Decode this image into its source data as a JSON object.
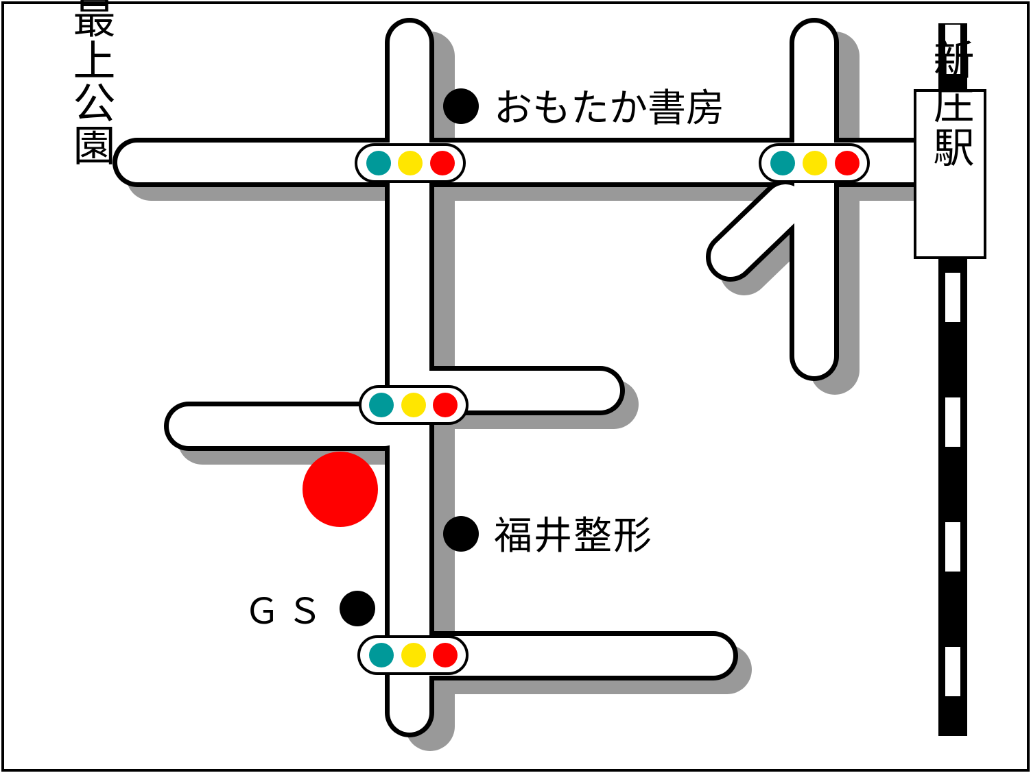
{
  "labels": {
    "park": "最上公園",
    "bookstore": "おもたか書房",
    "station": "新庄駅",
    "clinic": "福井整形",
    "gas_station": "ＧＳ"
  },
  "colors": {
    "signal_go": "#009999",
    "signal_caution": "#ffe600",
    "signal_stop": "#ff0000",
    "destination": "#ff0000",
    "road_fill": "#ffffff",
    "road_outline": "#000000",
    "road_shadow": "#999999"
  },
  "icons": {
    "traffic_light": "traffic-light-icon",
    "landmark": "landmark-dot-icon",
    "destination": "destination-marker-icon"
  }
}
